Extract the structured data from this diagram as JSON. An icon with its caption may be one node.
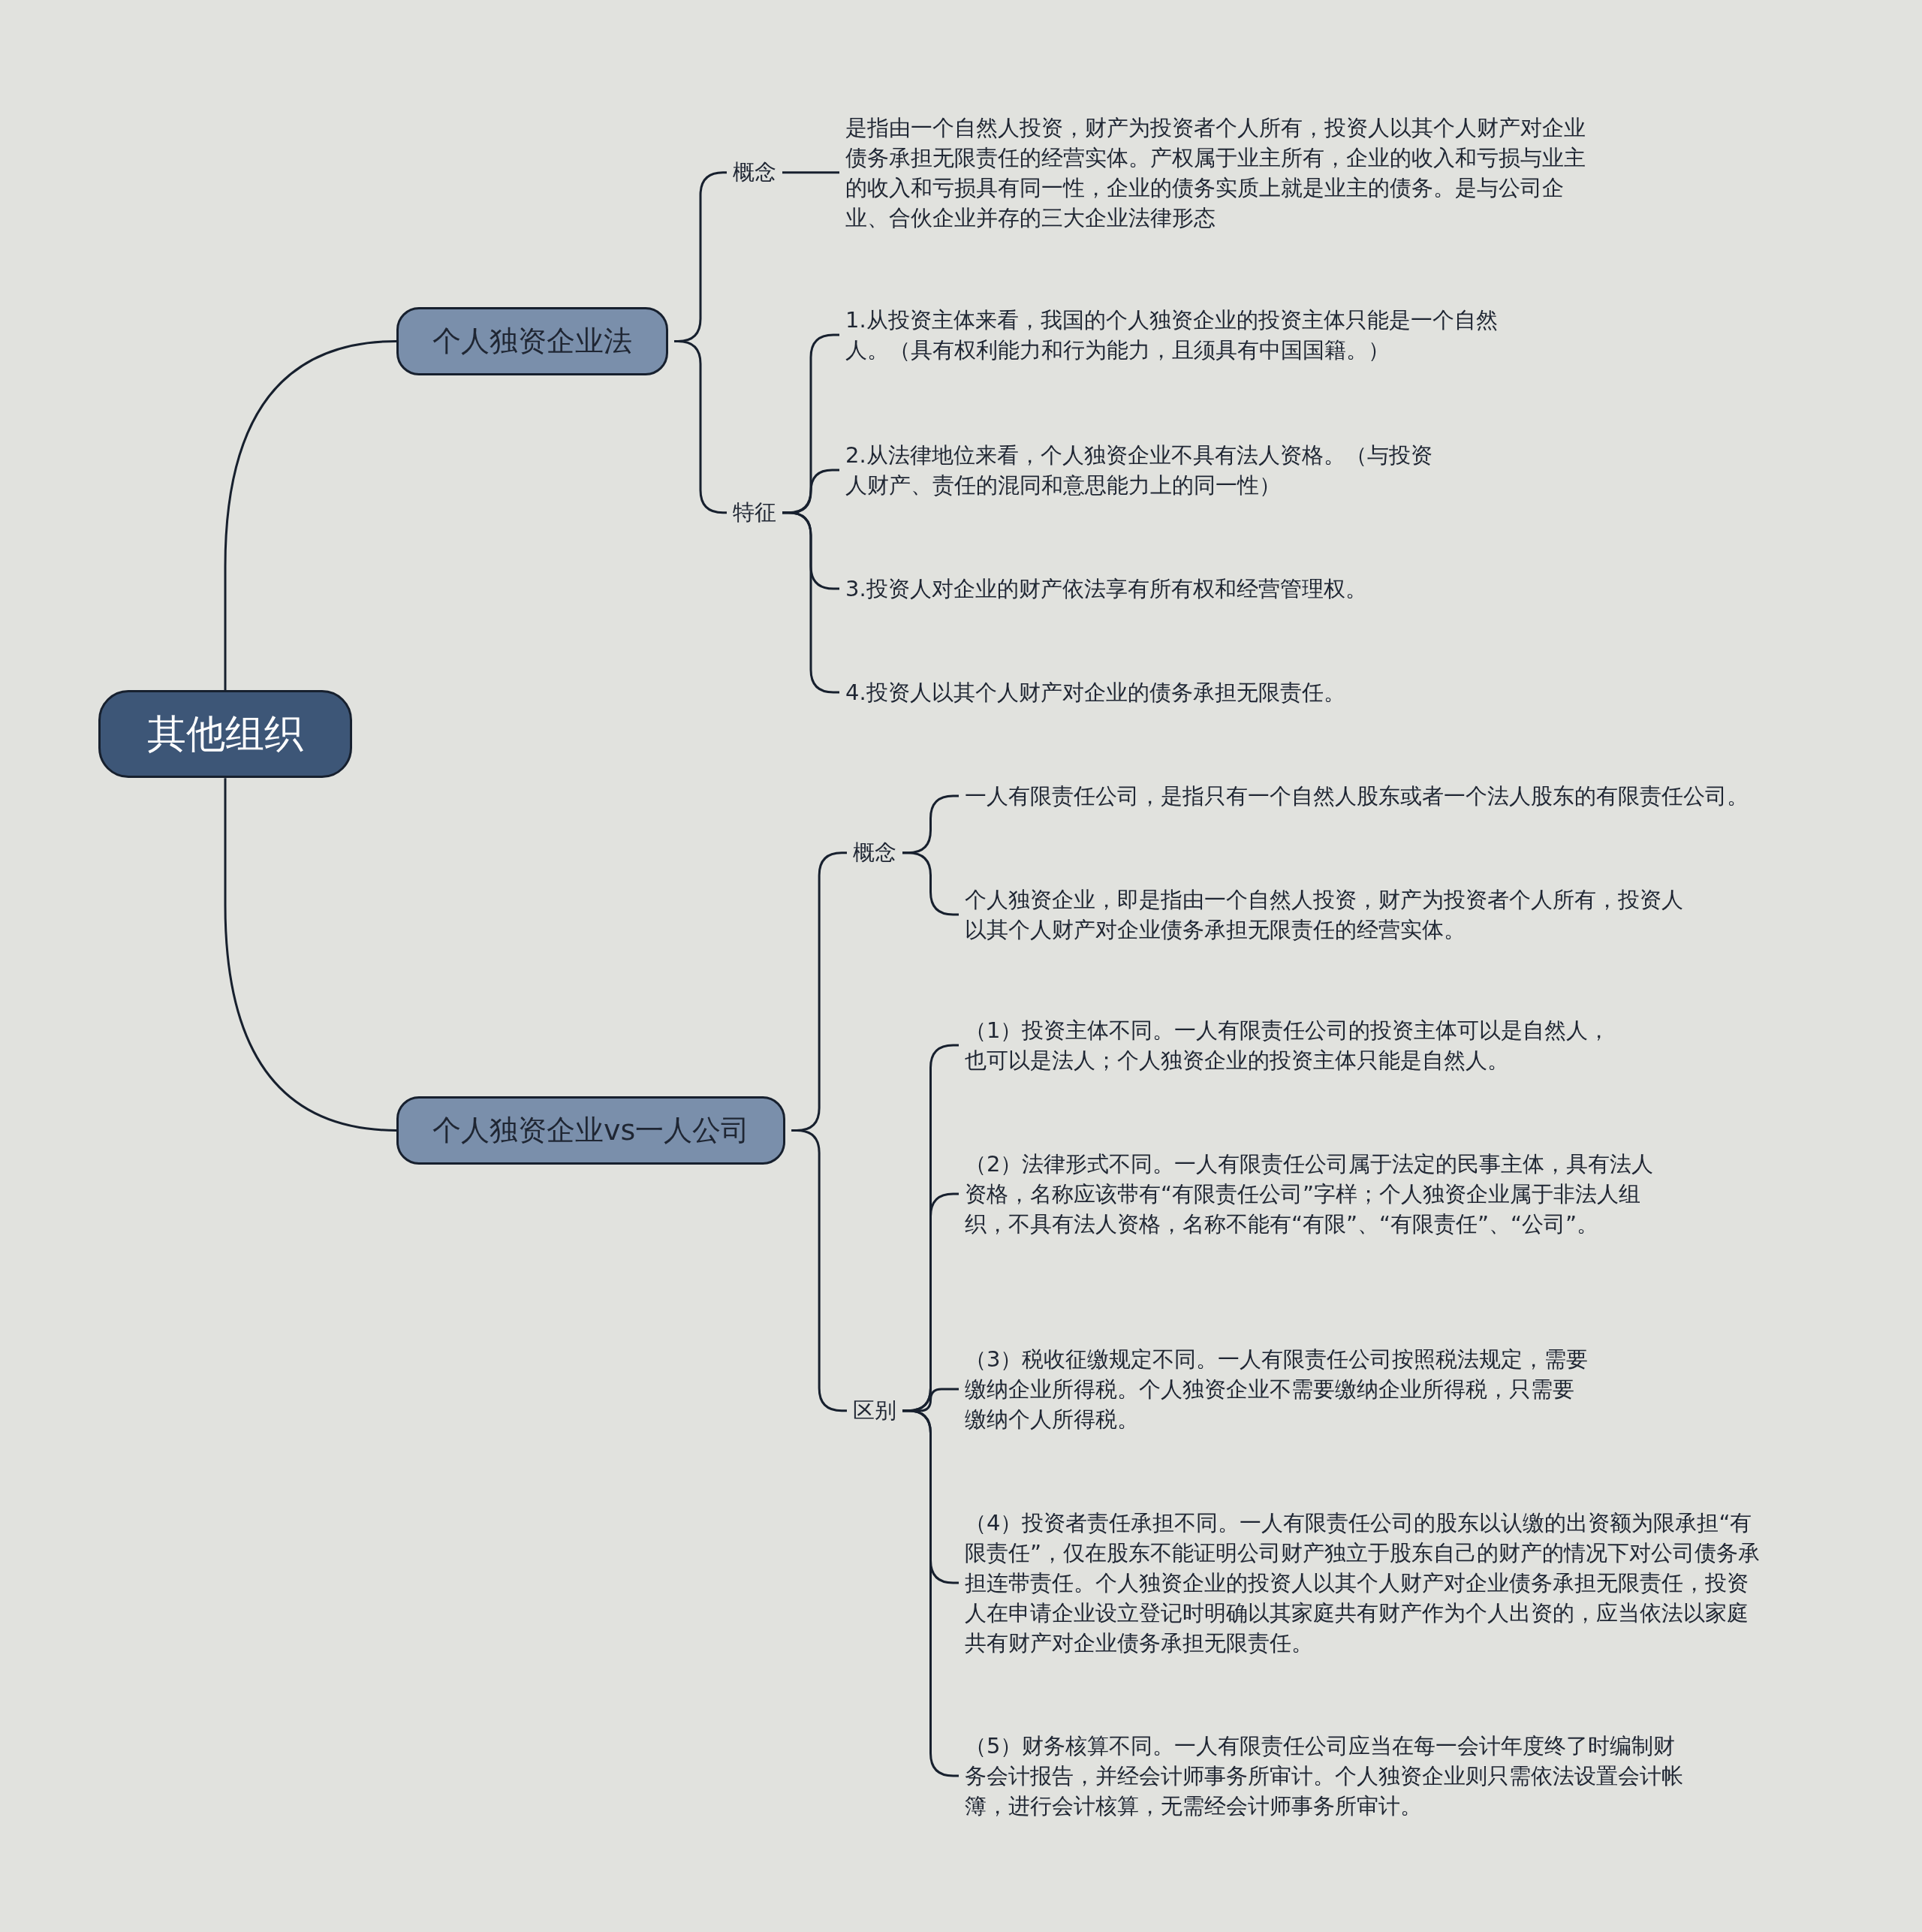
{
  "diagram": {
    "nodes": [
      {
        "text": [
          "其他组织"
        ]
      },
      {
        "text": [
          "个人独资企业法"
        ]
      },
      {
        "text": [
          "概念"
        ]
      },
      {
        "text": [
          "是指由一个自然人投资，财产为投资者个人所有，投资人以其个人财产对企业债务承担无限责任的经营实体。产权属于业主所有，企业的收入和亏损与业主的收入和亏损具有同一性，企业的债务实质上就是业主的债务。是与公司企业、合伙企业并存的三大企业法律形态"
        ]
      },
      {
        "text": [
          "特征"
        ]
      },
      {
        "text": [
          "1.从投资主体来看，我国的个人独资企业的投资主体只能是一个自然人。（具有权利能力和行为能力，且须具有中国国籍。）"
        ]
      },
      {
        "text": [
          "2.从法律地位来看，个人独资企业不具有法人资格。（与投资人财产、责任的混同和意思能力上的同一性）"
        ]
      },
      {
        "text": [
          "3.投资人对企业的财产依法享有所有权和经营管理权。"
        ]
      },
      {
        "text": [
          "4.投资人以其个人财产对企业的债务承担无限责任。"
        ]
      },
      {
        "text": [
          "个人独资企业vs一人公司"
        ]
      },
      {
        "text": [
          "概念"
        ]
      },
      {
        "text": [
          "一人有限责任公司，是指只有一个自然人股东或者一个法人股东的有限责任公司。"
        ]
      },
      {
        "text": [
          "个人独资企业，即是指由一个自然人投资，财产为投资者个人所有，投资人以其个人财产对企业债务承担无限责任的经营实体。"
        ]
      },
      {
        "text": [
          "区别"
        ]
      },
      {
        "text": [
          "（1）投资主体不同。一人有限责任公司的投资主体可以是自然人，也可以是法人；个人独资企业的投资主体只能是自然人。"
        ]
      },
      {
        "text": [
          "（2）法律形式不同。一人有限责任公司属于法定的民事主体，具有法人资格，名称应该带有“有限责任公司”字样；个人独资企业属于非法人组织，不具有法人资格，名称不能有“有限”、“有限责任”、“公司”。"
        ]
      },
      {
        "text": [
          "（3）税收征缴规定不同。一人有限责任公司按照税法规定，需要缴纳企业所得税。个人独资企业不需要缴纳企业所得税，只需要缴纳个人所得税。"
        ]
      },
      {
        "text": [
          "（4）投资者责任承担不同。一人有限责任公司的股东以认缴的出资额为限承担“有限责任”，仅在股东不能证明公司财产独立于股东自己的财产的情况下对公司债务承担连带责任。个人独资企业的投资人以其个人财产对企业债务承担无限责任，投资人在申请企业设立登记时明确以其家庭共有财产作为个人出资的，应当依法以家庭共有财产对企业债务承担无限责任。"
        ]
      },
      {
        "text": [
          "（5）财务核算不同。一人有限责任公司应当在每一会计年度终了时编制财务会计报告，并经会计师事务所审计。个人独资企业则只需依法设置会计帐簿，进行会计核算，无需经会计师事务所审计。"
        ]
      }
    ],
    "edges": [
      {
        "from": 0,
        "to": 1,
        "arrow": "none"
      },
      {
        "from": 0,
        "to": 9,
        "arrow": "none"
      },
      {
        "from": 1,
        "to": 2,
        "arrow": "none"
      },
      {
        "from": 1,
        "to": 4,
        "arrow": "none"
      },
      {
        "from": 2,
        "to": 3,
        "arrow": "none"
      },
      {
        "from": 4,
        "to": 5,
        "arrow": "none"
      },
      {
        "from": 4,
        "to": 6,
        "arrow": "none"
      },
      {
        "from": 4,
        "to": 7,
        "arrow": "none"
      },
      {
        "from": 4,
        "to": 8,
        "arrow": "none"
      },
      {
        "from": 9,
        "to": 10,
        "arrow": "none"
      },
      {
        "from": 9,
        "to": 13,
        "arrow": "none"
      },
      {
        "from": 10,
        "to": 11,
        "arrow": "none"
      },
      {
        "from": 10,
        "to": 12,
        "arrow": "none"
      },
      {
        "from": 13,
        "to": 14,
        "arrow": "none"
      },
      {
        "from": 13,
        "to": 15,
        "arrow": "none"
      },
      {
        "from": 13,
        "to": 16,
        "arrow": "none"
      },
      {
        "from": 13,
        "to": 17,
        "arrow": "none"
      },
      {
        "from": 13,
        "to": 18,
        "arrow": "none"
      }
    ]
  }
}
